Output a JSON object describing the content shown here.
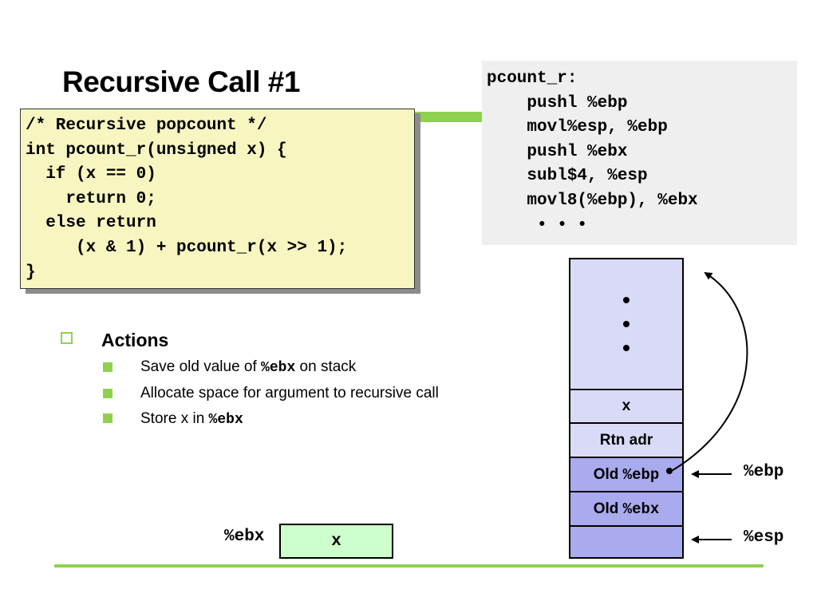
{
  "slide": {
    "title": "Recursive Call #1"
  },
  "c_code": {
    "lines": [
      "/* Recursive popcount */",
      "int pcount_r(unsigned x) {",
      "  if (x == 0)",
      "    return 0;",
      "  else return",
      "     (x & 1) + pcount_r(x >> 1);",
      "}"
    ]
  },
  "asm_code": {
    "lines": [
      "pcount_r:",
      "    pushl %ebp",
      "    movl%esp, %ebp",
      "    pushl %ebx",
      "    subl$4, %esp",
      "    movl8(%ebp), %ebx",
      "     • • •"
    ]
  },
  "actions": {
    "heading": "Actions",
    "items": [
      {
        "before": "Save old value of ",
        "code": "%ebx",
        "after": " on stack"
      },
      {
        "before": "Allocate space for argument to recursive call",
        "code": "",
        "after": ""
      },
      {
        "before": "Store x in ",
        "code": "%ebx",
        "after": ""
      }
    ]
  },
  "stack": {
    "cells": [
      {
        "text": "",
        "code": "",
        "color": "#d9daf7"
      },
      {
        "text": "",
        "code": "x",
        "color": "#d9daf7"
      },
      {
        "text": "Rtn adr",
        "code": "",
        "color": "#d9daf7"
      },
      {
        "text": "Old ",
        "code": "%ebp",
        "color": "#aaaaee"
      },
      {
        "text": "Old ",
        "code": "%ebx",
        "color": "#aaaaee"
      },
      {
        "text": "",
        "code": "",
        "color": "#aaaaee"
      }
    ],
    "pointers": {
      "ebp": "%ebp",
      "esp": "%esp"
    }
  },
  "register": {
    "name": "%ebx",
    "value": "x",
    "color": "#ccffcc"
  },
  "colors": {
    "accent": "#8fd14f",
    "code_box": "#f8f6c0",
    "asm_box": "#efefef"
  }
}
